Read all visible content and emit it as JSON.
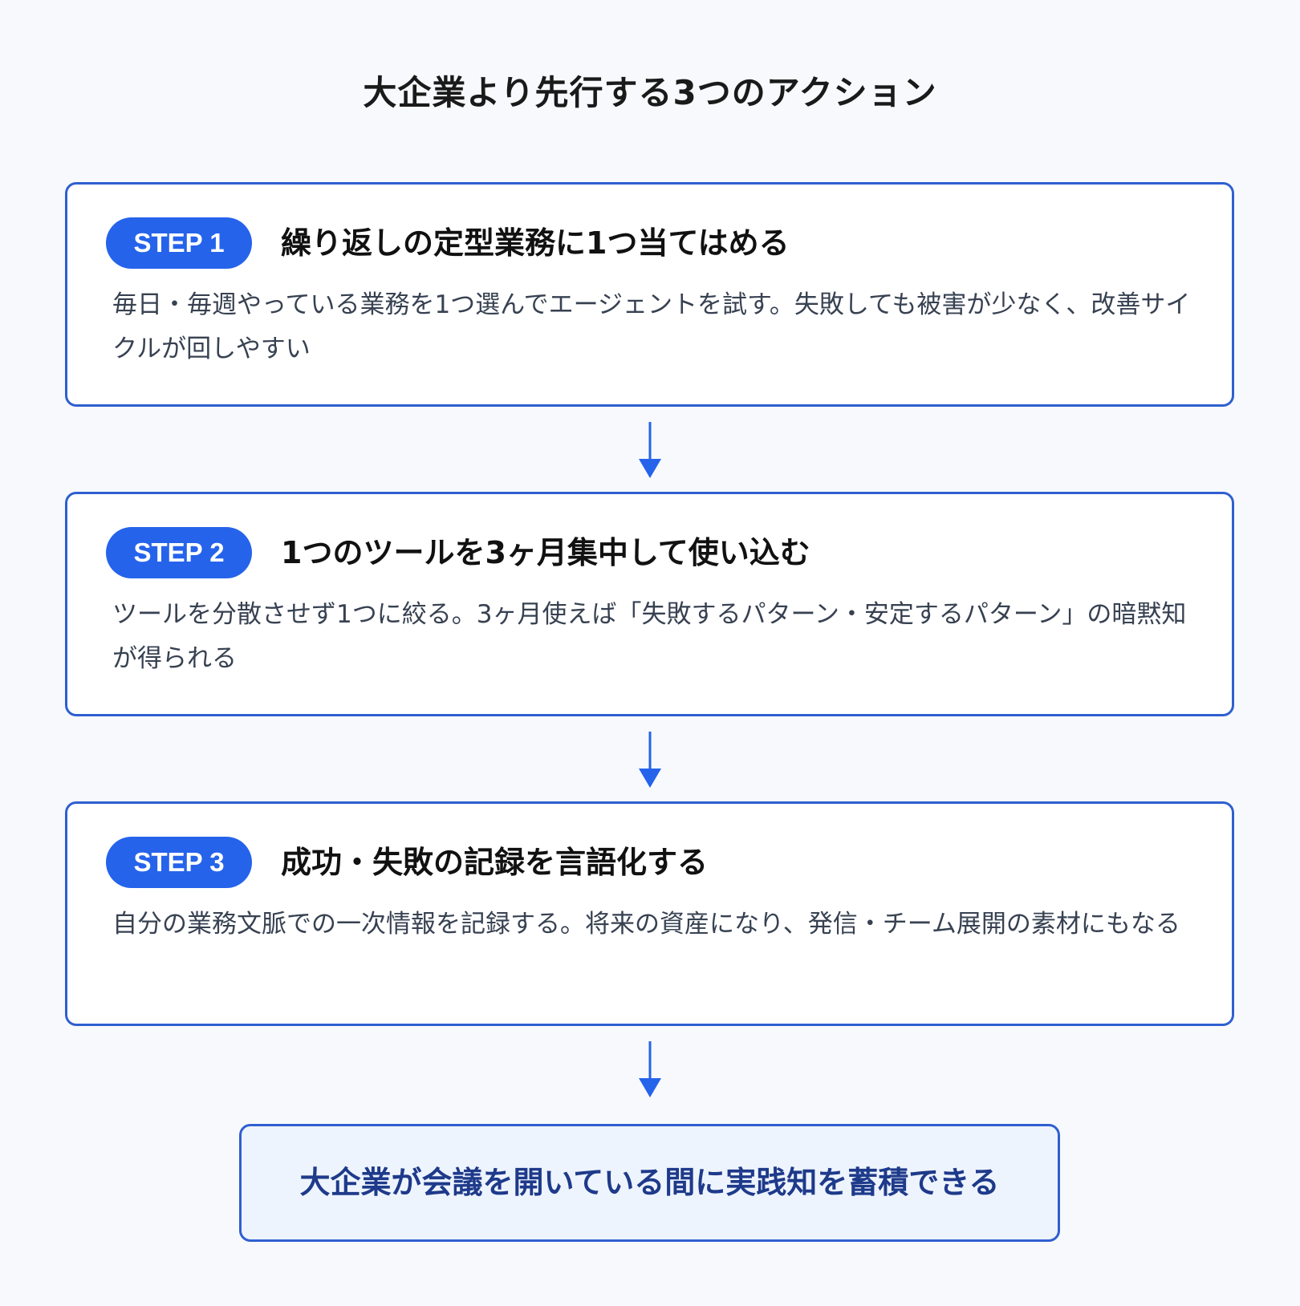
{
  "title": "大企業より先行する3つのアクション",
  "steps": [
    {
      "badge": "STEP 1",
      "heading": "繰り返しの定型業務に1つ当てはめる",
      "description": "毎日・毎週やっている業務を1つ選んでエージェントを試す。失敗しても被害が少なく、改善サイクルが回しやすい"
    },
    {
      "badge": "STEP 2",
      "heading": "1つのツールを3ヶ月集中して使い込む",
      "description": "ツールを分散させず1つに絞る。3ヶ月使えば「失敗するパターン・安定するパターン」の暗黙知が得られる"
    },
    {
      "badge": "STEP 3",
      "heading": "成功・失敗の記録を言語化する",
      "description": "自分の業務文脈での一次情報を記録する。将来の資産になり、発信・チーム展開の素材にもなる"
    }
  ],
  "result": "大企業が会議を開いている間に実践知を蓄積できる",
  "colors": {
    "accent": "#2563eb",
    "border": "#2f5fd0",
    "result_bg": "#eef4fe",
    "result_text": "#1e3a8a",
    "page_bg": "#f7f9fc"
  }
}
